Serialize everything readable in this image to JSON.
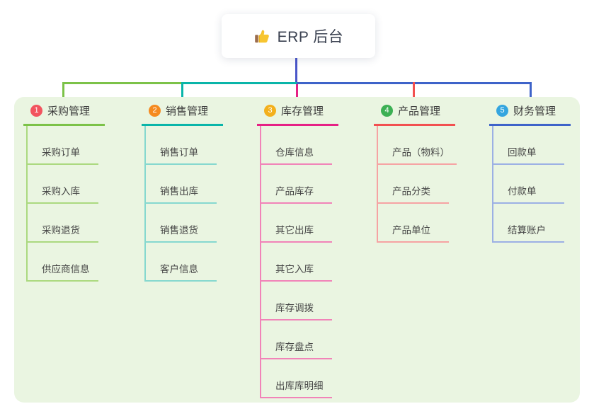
{
  "root": {
    "title": "ERP 后台",
    "icon": "thumbs-up-icon"
  },
  "connector": {
    "root_line_color": "#4a56c9"
  },
  "panel_color": "#eaf5e1",
  "branches": [
    {
      "number": "1",
      "label": "采购管理",
      "color_main": "#7cc248",
      "color_light": "#abd97f",
      "color_badge": "#f2545f",
      "children": [
        "采购订单",
        "采购入库",
        "采购退货",
        "供应商信息"
      ]
    },
    {
      "number": "2",
      "label": "销售管理",
      "color_main": "#0ab5a9",
      "color_light": "#86d8cf",
      "color_badge": "#f58a1f",
      "children": [
        "销售订单",
        "销售出库",
        "销售退货",
        "客户信息"
      ]
    },
    {
      "number": "3",
      "label": "库存管理",
      "color_main": "#e62185",
      "color_light": "#f183b8",
      "color_badge": "#f3b01c",
      "children": [
        "仓库信息",
        "产品库存",
        "其它出库",
        "其它入库",
        "库存调拨",
        "库存盘点",
        "出库库明细"
      ]
    },
    {
      "number": "4",
      "label": "产品管理",
      "color_main": "#f25050",
      "color_light": "#f6a3a3",
      "color_badge": "#3cb054",
      "children": [
        "产品（物料）",
        "产品分类",
        "产品单位"
      ]
    },
    {
      "number": "5",
      "label": "财务管理",
      "color_main": "#3e63c9",
      "color_light": "#9cb0e4",
      "color_badge": "#34a5df",
      "children": [
        "回款单",
        "付款单",
        "结算账户"
      ]
    }
  ]
}
